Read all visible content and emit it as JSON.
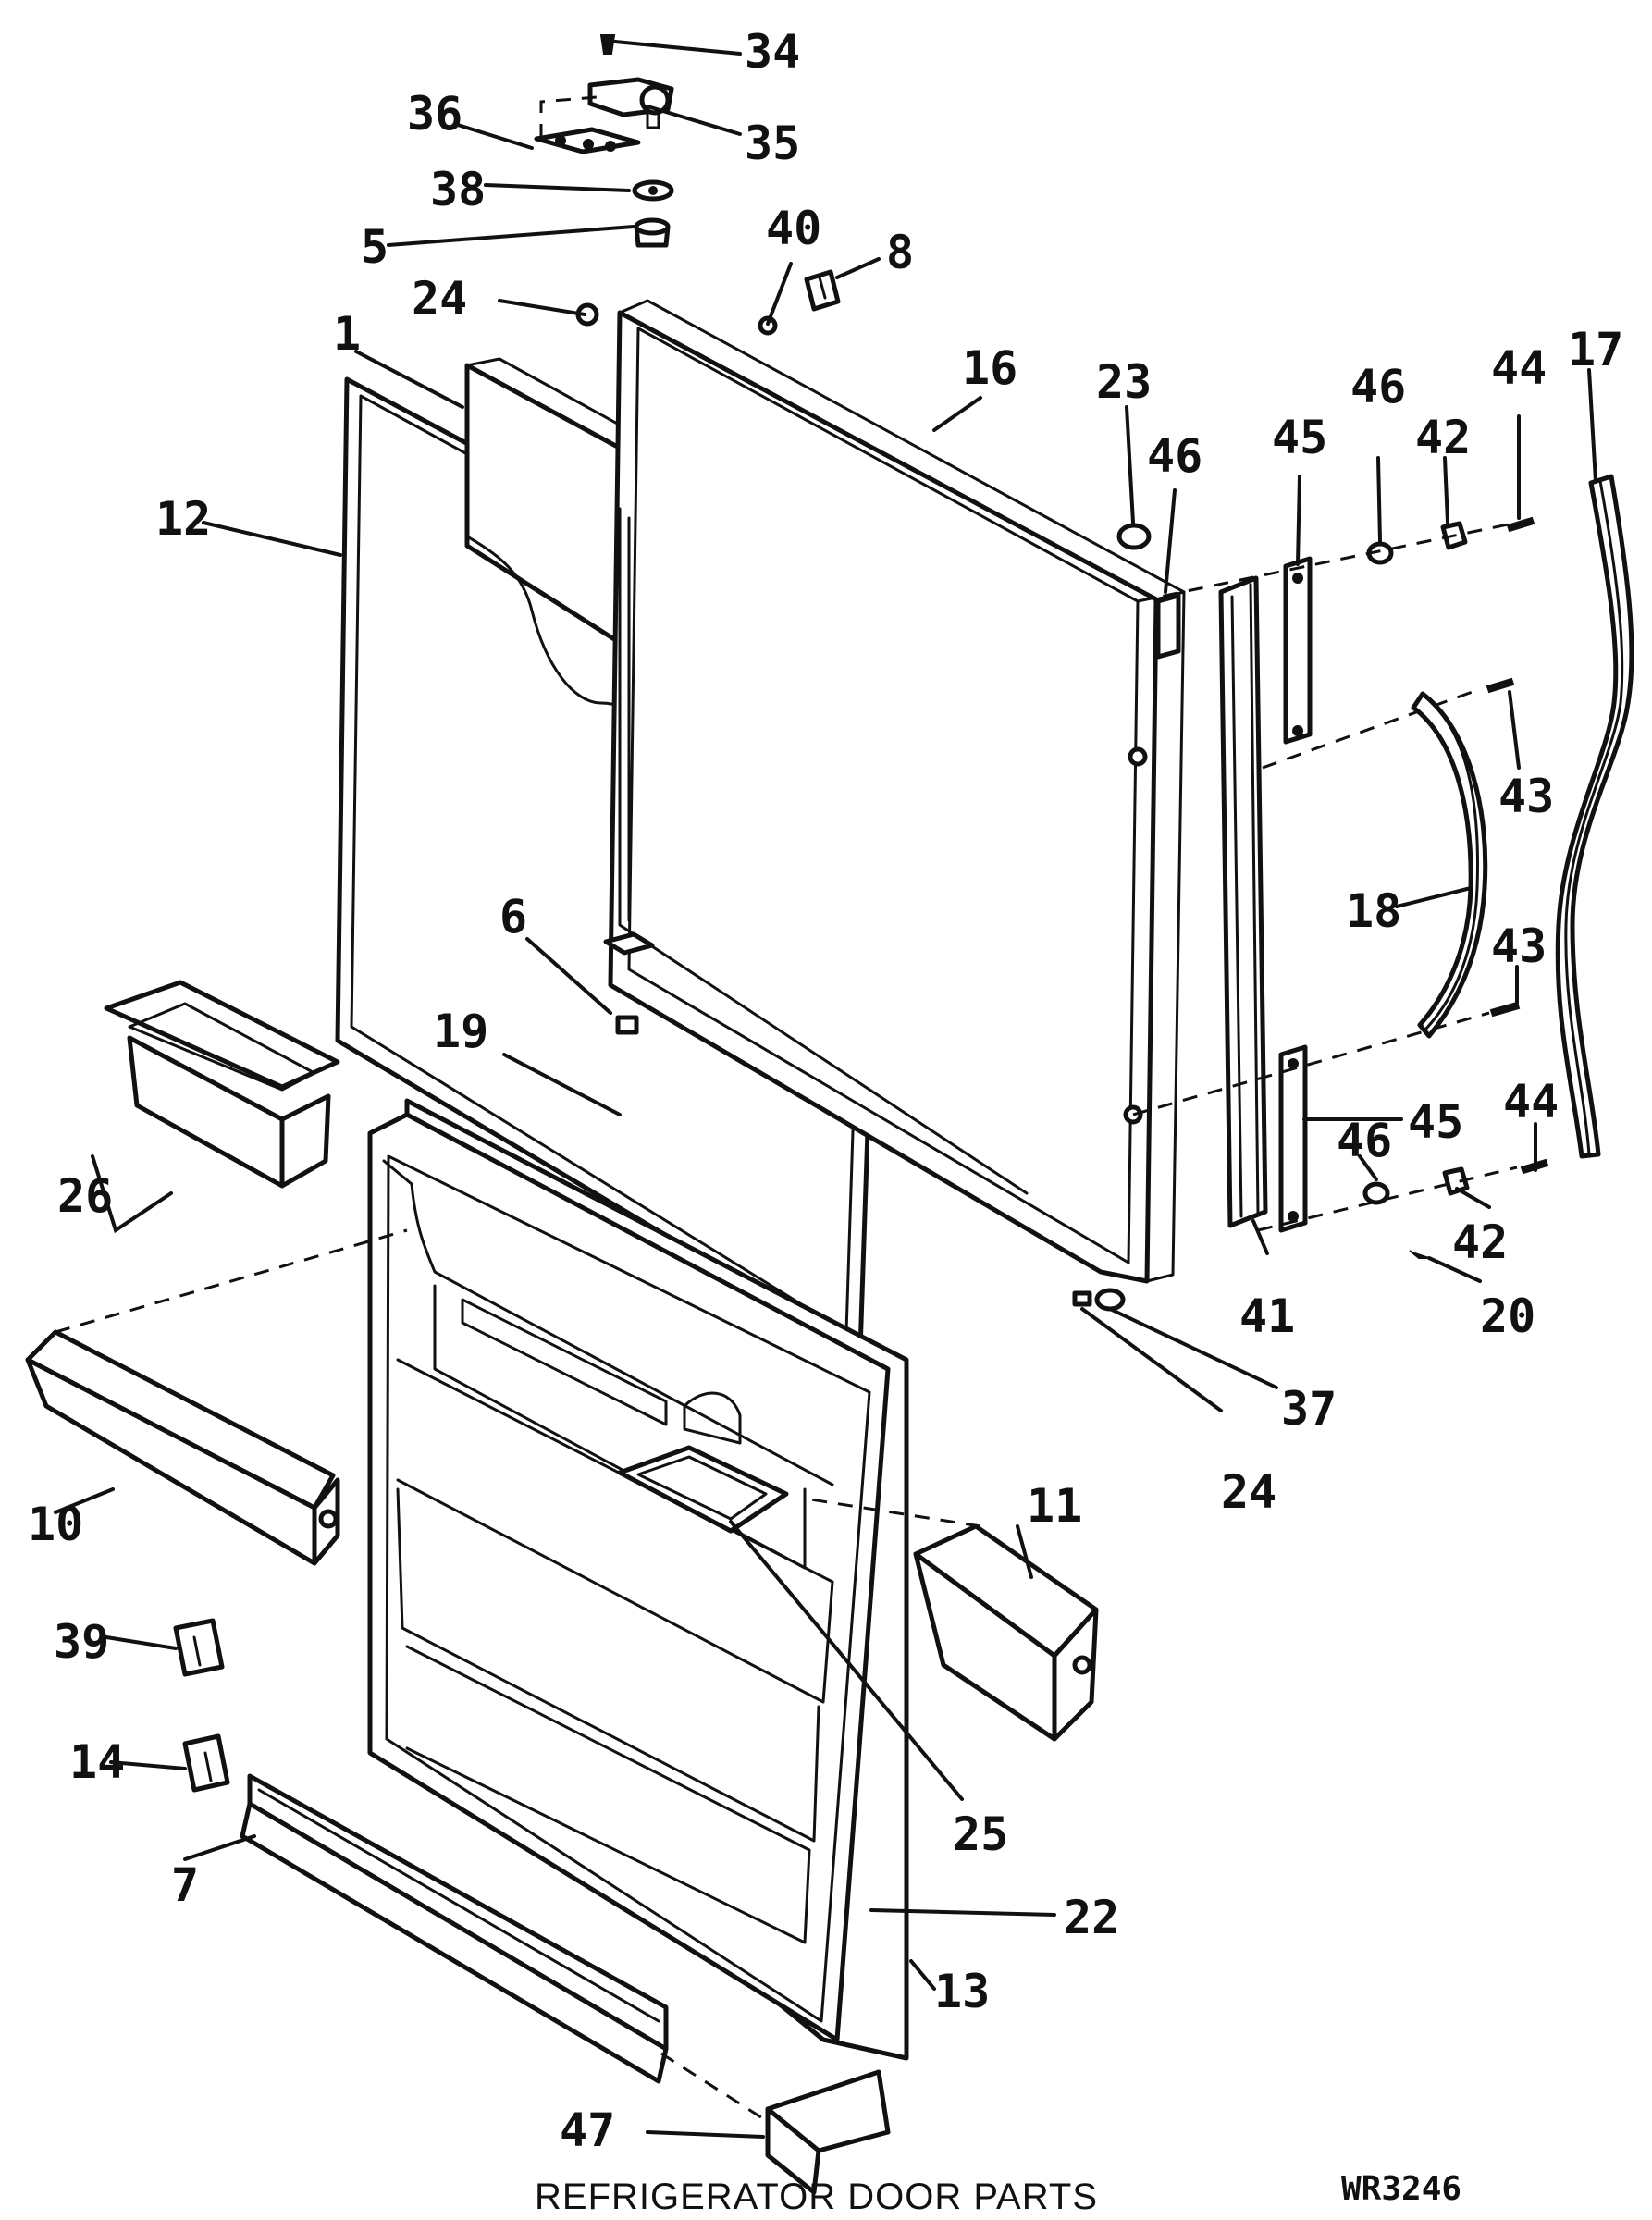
{
  "title": "REFRIGERATOR DOOR PARTS",
  "code": "WR3246",
  "callouts": [
    "34",
    "35",
    "36",
    "38",
    "5",
    "40",
    "8",
    "24",
    "1",
    "16",
    "23",
    "46",
    "45",
    "46",
    "42",
    "44",
    "17",
    "12",
    "43",
    "18",
    "43",
    "6",
    "19",
    "45",
    "44",
    "26",
    "46",
    "42",
    "20",
    "41",
    "37",
    "24",
    "10",
    "11",
    "25",
    "39",
    "14",
    "22",
    "7",
    "13",
    "47"
  ]
}
